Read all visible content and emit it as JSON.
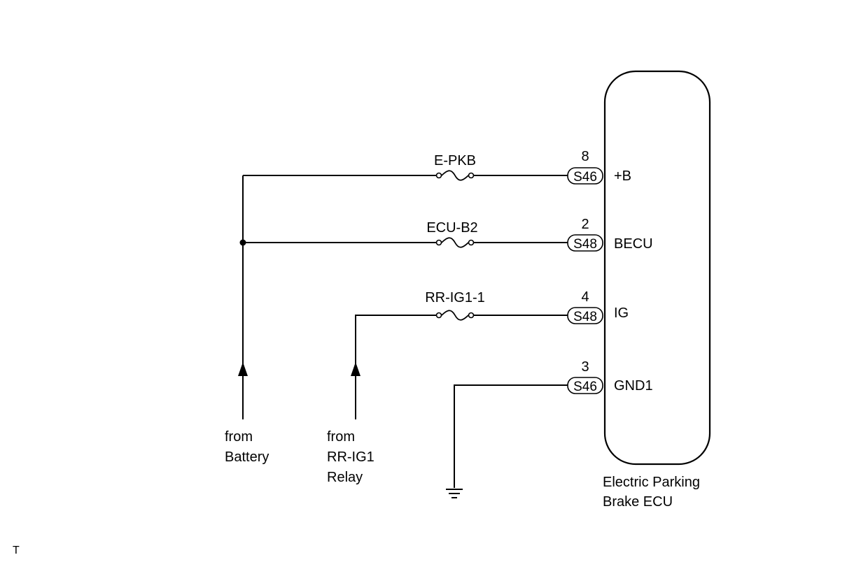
{
  "ecu": {
    "name_line1": "Electric Parking",
    "name_line2": "Brake ECU"
  },
  "circuits": [
    {
      "fuse": "E-PKB",
      "pin": "8",
      "connector": "S46",
      "terminal": "+B"
    },
    {
      "fuse": "ECU-B2",
      "pin": "2",
      "connector": "S48",
      "terminal": "BECU"
    },
    {
      "fuse": "RR-IG1-1",
      "pin": "4",
      "connector": "S48",
      "terminal": "IG"
    },
    {
      "fuse": "",
      "pin": "3",
      "connector": "S46",
      "terminal": "GND1"
    }
  ],
  "sources": {
    "battery": {
      "line1": "from",
      "line2": "Battery"
    },
    "relay": {
      "line1": "from",
      "line2": "RR-IG1",
      "line3": "Relay"
    }
  },
  "corner_mark": "T",
  "symbols": [
    "fuse-symbol",
    "ground-symbol",
    "arrow-up-icon",
    "junction-dot"
  ]
}
